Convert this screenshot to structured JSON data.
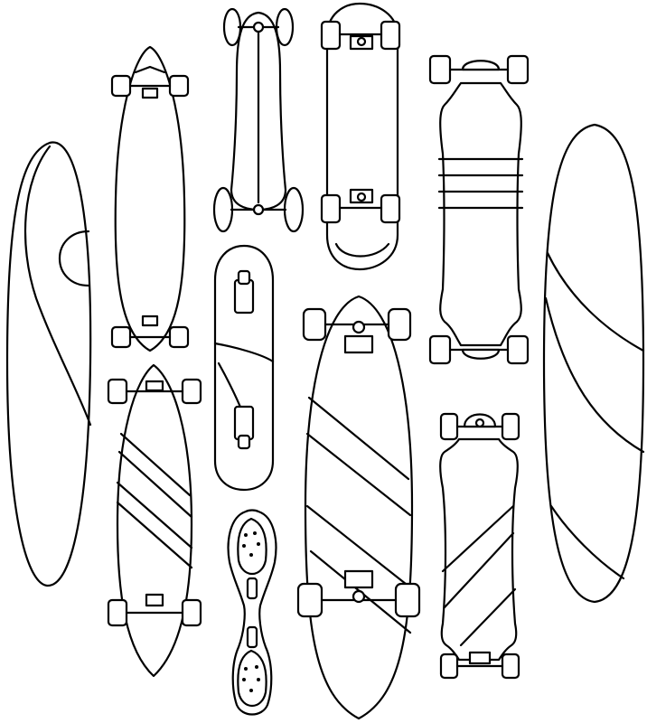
{
  "illustration": {
    "style": "black line art on white",
    "colors": {
      "ink": "#000000",
      "paper": "#ffffff"
    },
    "boards": [
      {
        "id": "surf-left",
        "kind": "surfboard"
      },
      {
        "id": "pintail-top",
        "kind": "pintail longboard"
      },
      {
        "id": "mountain-board",
        "kind": "mountainboard"
      },
      {
        "id": "old-school",
        "kind": "old-school skateboard"
      },
      {
        "id": "mini-cruiser",
        "kind": "mini cruiser"
      },
      {
        "id": "drop-through",
        "kind": "drop-through longboard"
      },
      {
        "id": "surf-right",
        "kind": "surfboard"
      },
      {
        "id": "pintail-bottom",
        "kind": "striped pintail longboard"
      },
      {
        "id": "waveboard",
        "kind": "waveboard"
      },
      {
        "id": "cruiser-big",
        "kind": "striped cruiser"
      },
      {
        "id": "drop-down",
        "kind": "drop-down longboard"
      }
    ]
  }
}
